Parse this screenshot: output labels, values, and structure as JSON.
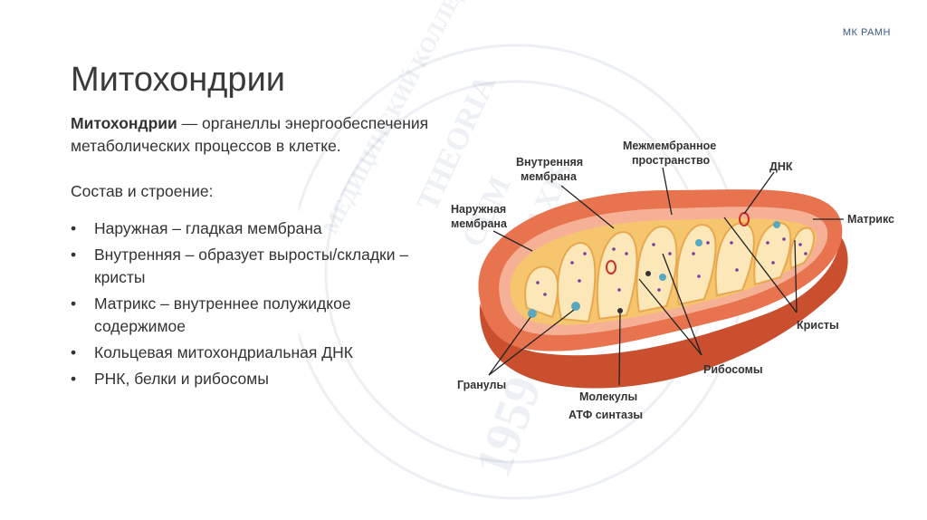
{
  "brand": "МК РАМН",
  "title": "Митохондрии",
  "intro": {
    "term": "Митохондрии",
    "rest": " — органеллы энергообеспечения метаболических процессов в клетке."
  },
  "section_title": "Состав и строение:",
  "points": [
    "Наружная – гладкая мембрана",
    "Внутренняя – образует выросты/складки – кристы",
    "Матрикс – внутреннее полужидкое содержимое",
    "Кольцевая митохондриальная ДНК",
    "РНК, белки и рибосомы"
  ],
  "bullet_symbol": "•",
  "watermark": {
    "arc_text": "МЕДИЦИНСКИЙ КОЛЛЕДЖ",
    "motto_1": "THEORIA",
    "motto_2": "CUM",
    "motto_3": "PRAXIS",
    "year": "1959"
  },
  "diagram": {
    "labels": {
      "outer_1": "Наружная",
      "outer_2": "мембрана",
      "inner_1": "Внутренняя",
      "inner_2": "мембрана",
      "intermembrane_1": "Межмембранное",
      "intermembrane_2": "пространство",
      "dna": "ДНК",
      "matrix": "Матрикс",
      "cristae": "Кристы",
      "ribosomes": "Рибосомы",
      "granules": "Гранулы",
      "atp_1": "Молекулы",
      "atp_2": "АТФ синтазы"
    },
    "colors": {
      "outer_membrane": "#e8734f",
      "outer_dark": "#c94f2e",
      "intermembrane": "#f5b095",
      "matrix": "#f6c66f",
      "cristae": "#fbe7b8",
      "ribosome": "#7a3fa0",
      "granule": "#5aa8c0",
      "dna": "#c8302a"
    }
  }
}
